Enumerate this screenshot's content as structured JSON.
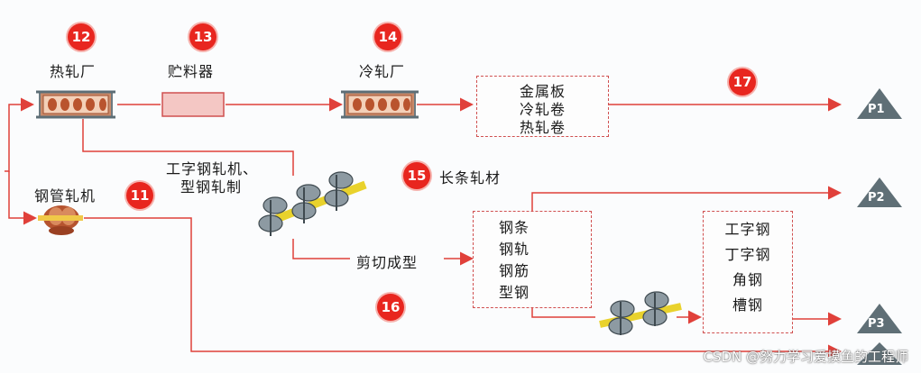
{
  "badges": [
    "12",
    "13",
    "14",
    "17",
    "15",
    "11",
    "16"
  ],
  "labels": {
    "hot_mill": "热轧厂",
    "storage": "贮料器",
    "cold_mill": "冷轧厂",
    "ibeam_mill_line1": "工字钢轧机、",
    "ibeam_mill_line2": "型钢轧制",
    "tube_mill": "钢管轧机",
    "long_products": "长条轧材",
    "cut_form": "剪切成型"
  },
  "boxes": {
    "sheet_products": [
      "金属板",
      "冷轧卷",
      "热轧卷"
    ],
    "bar_products": [
      "钢条",
      "钢轨",
      "钢筋",
      "型钢"
    ],
    "section_products": [
      "工字钢",
      "丁字钢",
      "角钢",
      "槽钢"
    ]
  },
  "outputs": [
    "P1",
    "P2",
    "P3"
  ],
  "watermark": "CSDN @努力学习爱摸鱼的工程师",
  "colors": {
    "flow_line": "#e0403a",
    "badge": "#e8261f",
    "arrow_head": "#5a6b72"
  }
}
